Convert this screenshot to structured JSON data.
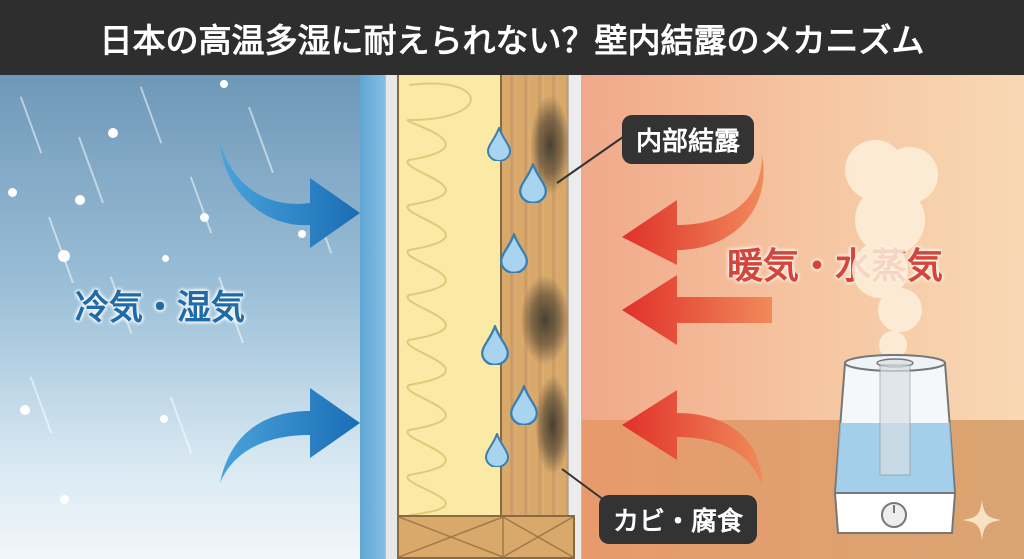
{
  "title": "日本の高温多湿に耐えられない？壁内結露のメカニズム",
  "labels": {
    "outdoor": "冷気・湿気",
    "indoor": "暖気・水蒸気",
    "condensation": "内部結露",
    "mold": "カビ・腐食"
  },
  "colors": {
    "title_bg": "#2e2e2e",
    "outdoor_blue": "#1f6aa8",
    "indoor_red": "#d4453a",
    "callout_bg": "#333333"
  },
  "icons": [
    "cold-air-arrow-icon",
    "warm-air-arrow-icon",
    "water-drop-icon",
    "humidifier-icon",
    "sparkle-icon"
  ]
}
